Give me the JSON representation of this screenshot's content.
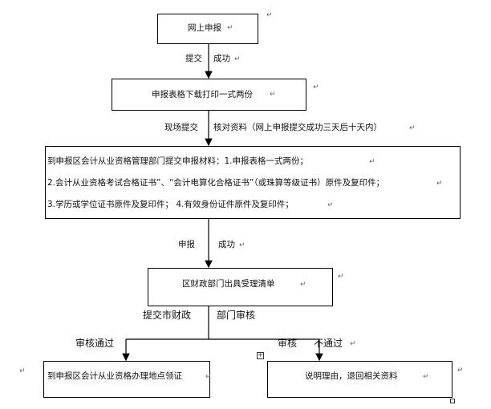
{
  "boxes": {
    "online": "网上申报",
    "download": "申报表格下载打印一式两份",
    "materials_intro": "到申报区会计从业资格管理部门提交申报材料：1.申报表格一式两份；",
    "materials_2": "2.会计从业资格考试合格证书”、“会计电算化合格证书”（或珠算等级证书）原件及复印件；",
    "materials_3": "3.学历或学位证书原件及复印件；  4.有效身份证件原件及复印件；",
    "finance": "区财政部门出具受理清单",
    "pickup": "到申报区会计从业资格办理地点领证",
    "reject": "说明理由，退回相关资料"
  },
  "labels": {
    "submit": "提交",
    "success1": "成功",
    "onsite": "现场提交",
    "verify": "核对资料（网上申报提交成功三天后十天内）",
    "apply": "申报",
    "success2": "成功",
    "to_city": "提交市财政",
    "dept_review": "部门审核",
    "approved": "审核通过",
    "review": "审核",
    "not_pass": "不通过"
  },
  "marks": {
    "paragraph": "↵"
  }
}
